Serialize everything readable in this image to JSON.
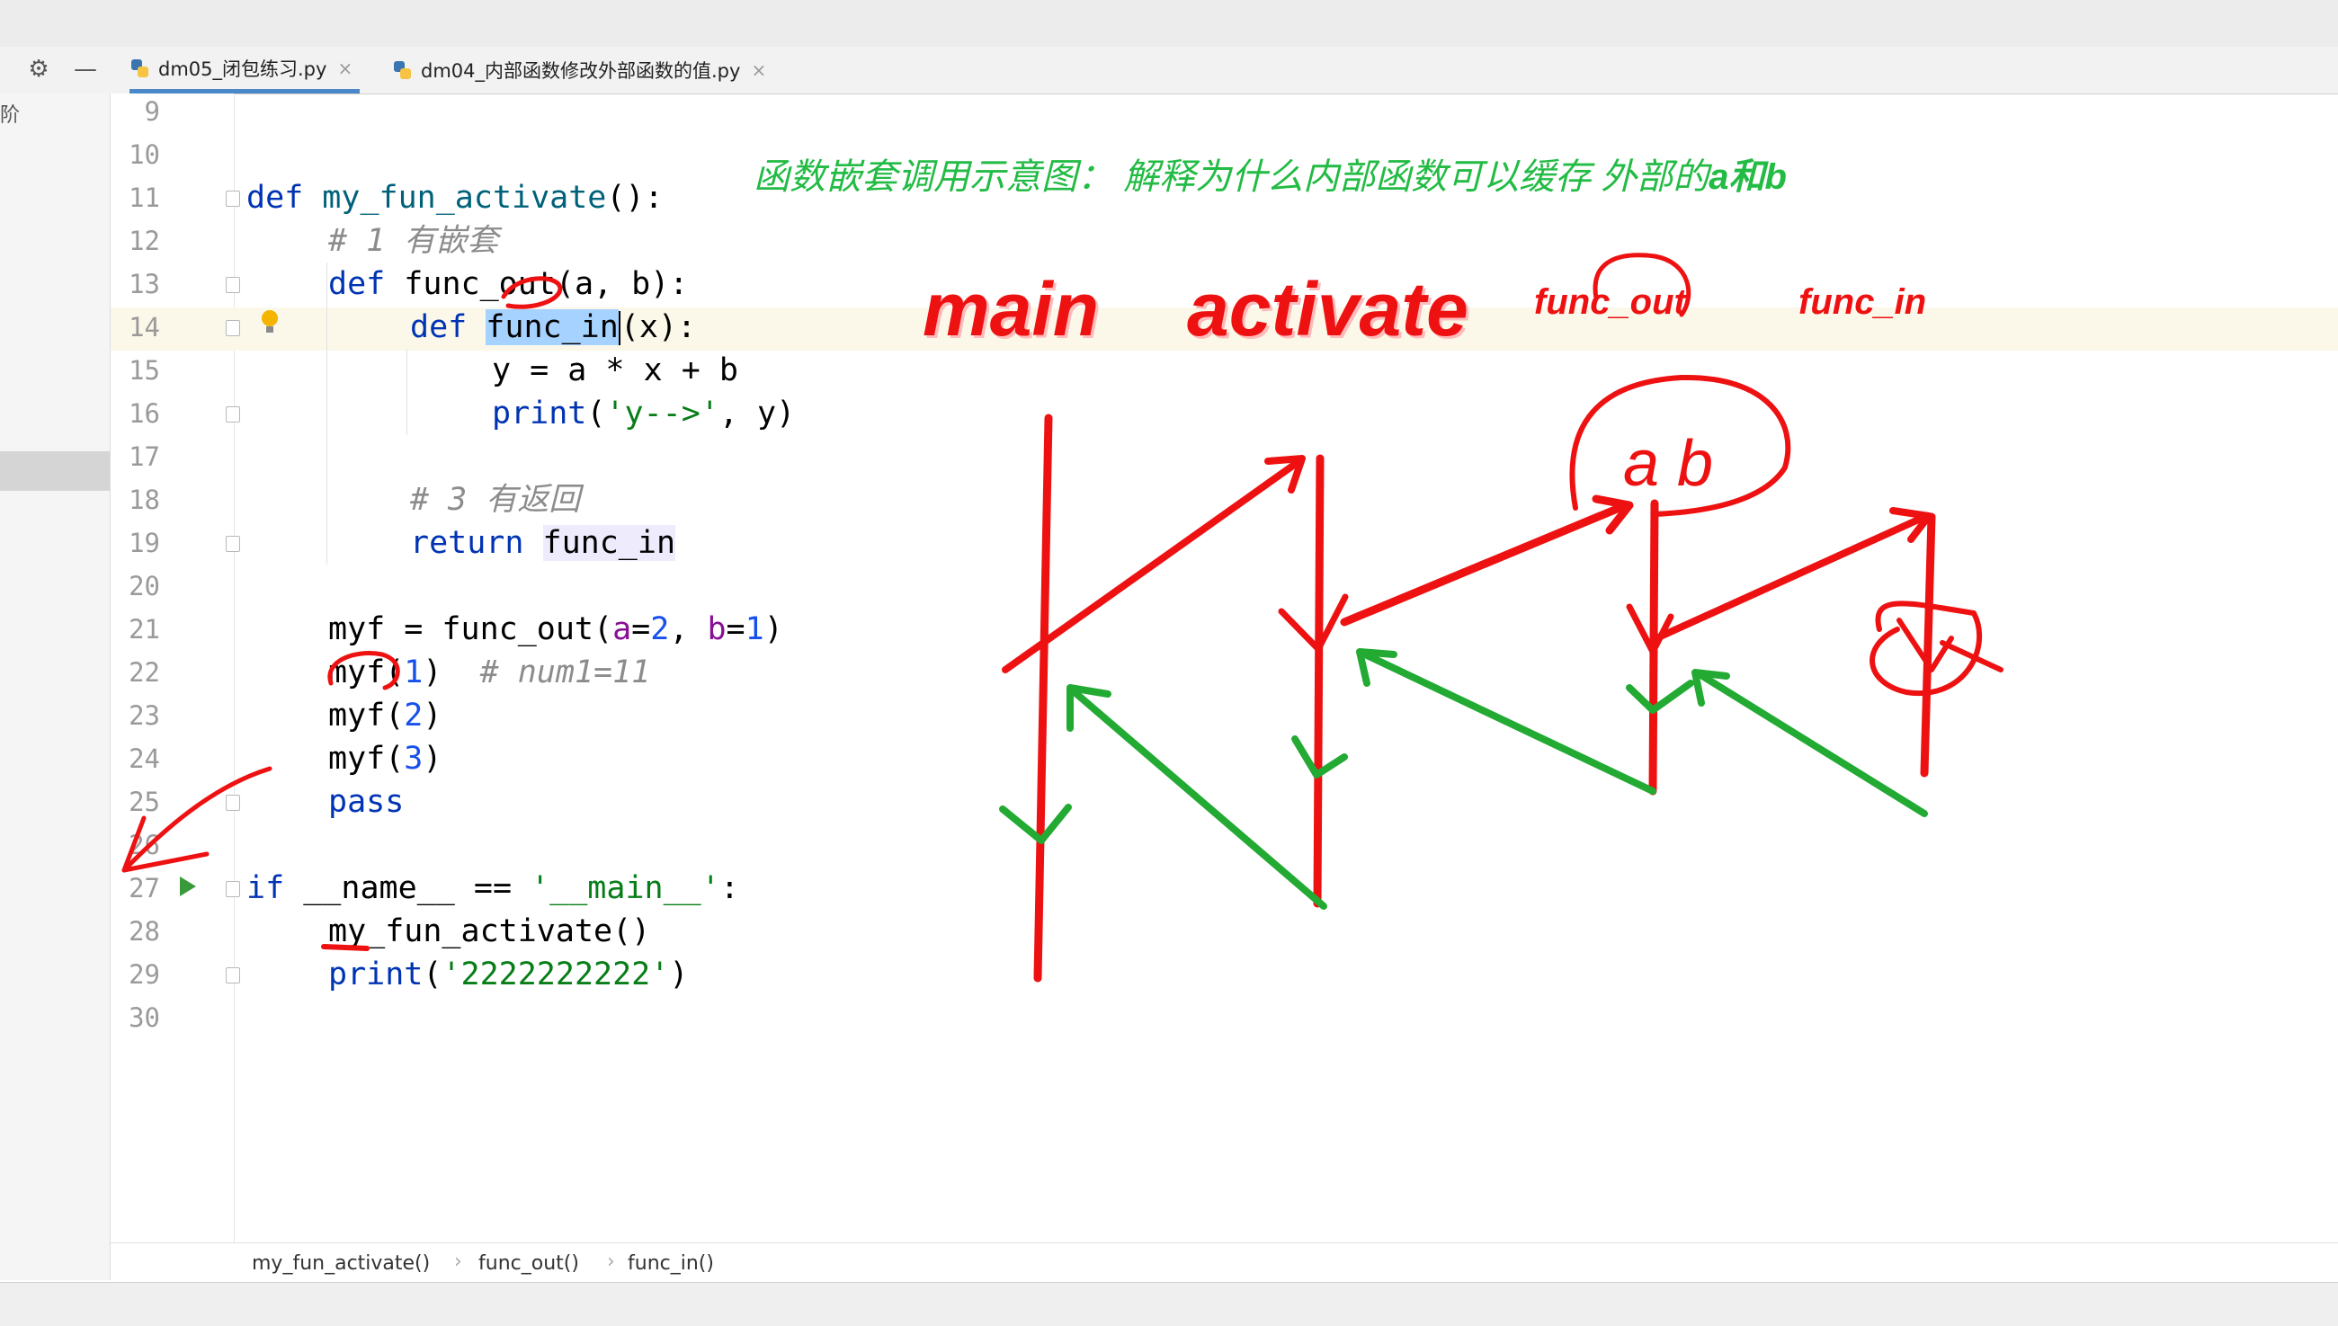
{
  "partial_label": "阶",
  "tabs": [
    {
      "label": "dm05_闭包练习.py",
      "active": true
    },
    {
      "label": "dm04_内部函数修改外部函数的值.py",
      "active": false
    }
  ],
  "tab_close_glyph": "×",
  "toolbar": {
    "settings_icon": "gear-icon",
    "collapse_icon": "minus-icon"
  },
  "editor": {
    "line_numbers": [
      "9",
      "10",
      "11",
      "12",
      "13",
      "14",
      "15",
      "16",
      "17",
      "18",
      "19",
      "20",
      "21",
      "22",
      "23",
      "24",
      "25",
      "26",
      "27",
      "28",
      "29",
      "30"
    ],
    "current_line": "14",
    "code": {
      "l11": {
        "kw": "def",
        "name": "my_fun_activate",
        "rest": "():"
      },
      "l12": {
        "comment": "# 1 有嵌套"
      },
      "l13": {
        "kw": "def",
        "name": "func_out",
        "rest": "(a, b):"
      },
      "l14": {
        "kw": "def",
        "name": "func_in",
        "rest": "(x):"
      },
      "l15": {
        "text": "y = a * x + b"
      },
      "l16": {
        "fn": "print",
        "open": "(",
        "str": "'y-->'",
        "rest": ", y)"
      },
      "l18": {
        "comment": "# 3 有返回"
      },
      "l19": {
        "kw": "return",
        "name": "func_in"
      },
      "l21": {
        "pre": "myf = func_out(",
        "p1": "a",
        "eq1": "=",
        "n1": "2",
        "sep": ", ",
        "p2": "b",
        "eq2": "=",
        "n2": "1",
        "post": ")"
      },
      "l22": {
        "pre": "myf(",
        "n": "1",
        "post": ")  ",
        "comment": "# num1=11"
      },
      "l23": {
        "pre": "myf(",
        "n": "2",
        "post": ")"
      },
      "l24": {
        "pre": "myf(",
        "n": "3",
        "post": ")"
      },
      "l25": {
        "kw": "pass"
      },
      "l27": {
        "kw": "if",
        "mid": " __name__ == ",
        "str": "'__main__'",
        "post": ":"
      },
      "l28": {
        "text": "my_fun_activate()"
      },
      "l29": {
        "fn": "print",
        "open": "(",
        "str": "'2222222222'",
        "post": ")"
      }
    }
  },
  "breadcrumb": {
    "items": [
      "my_fun_activate()",
      "func_out()",
      "func_in()"
    ],
    "separator": "›"
  },
  "annotations": {
    "title": "函数嵌套调用示意图：  解释为什么内部函数可以缓存 外部的",
    "title_bold": "a和b",
    "main": "main",
    "activate": "activate",
    "func_out": "func_out",
    "func_in": "func_in",
    "ab": "a  b"
  },
  "colors": {
    "red_ink": "#ee1111",
    "green_ink": "#22aa33",
    "keyword": "#0033b3",
    "string": "#067d17",
    "number": "#1750eb",
    "param": "#871094",
    "selection": "#a6d2ff"
  }
}
